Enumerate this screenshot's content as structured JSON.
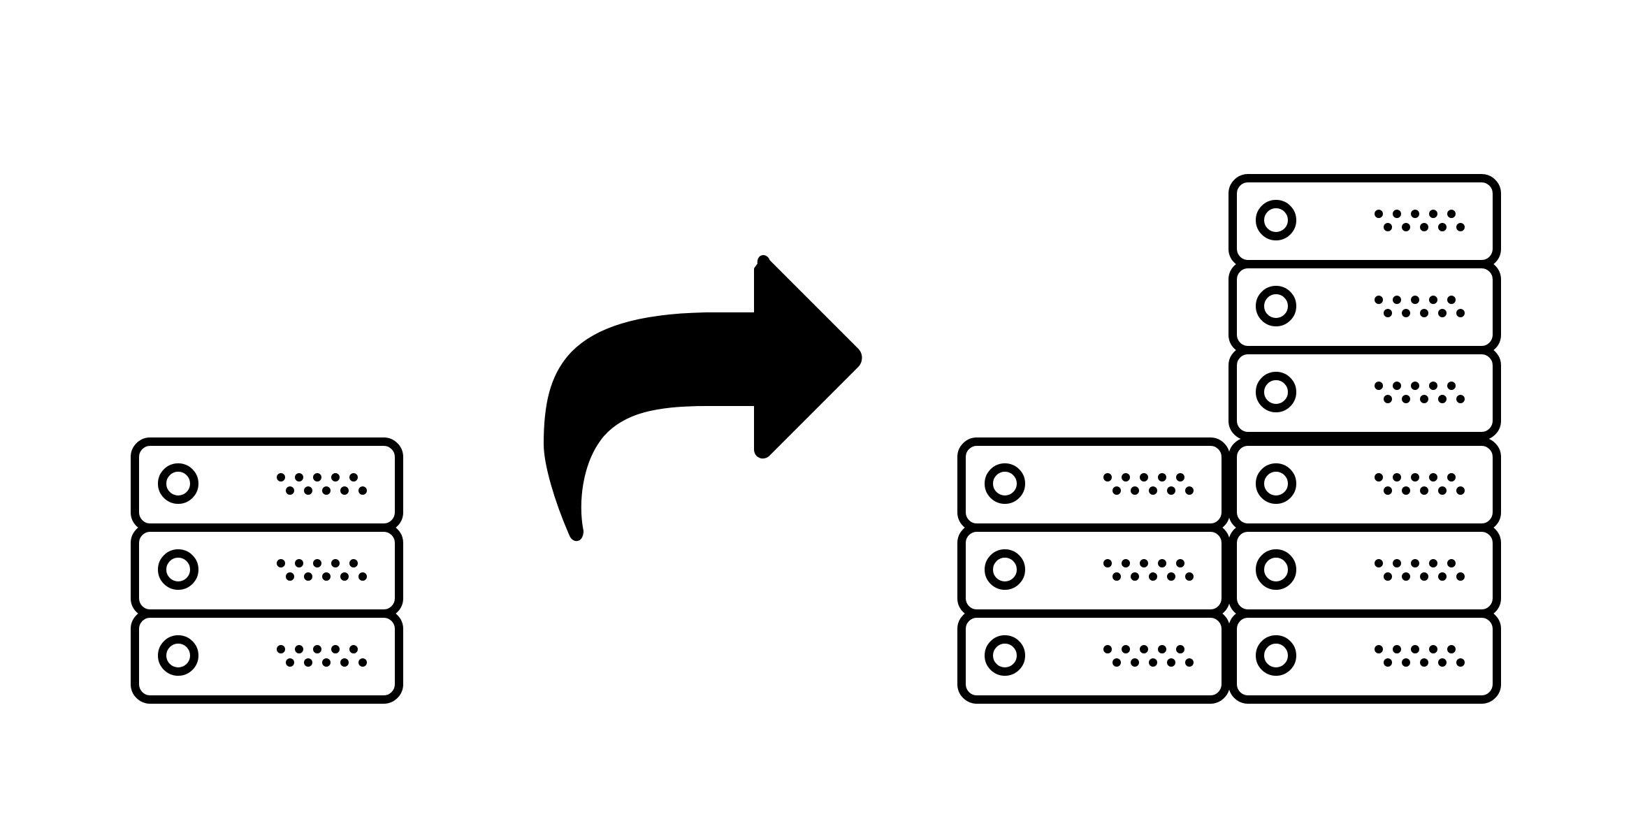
{
  "diagram": {
    "stroke_color": "#000000",
    "background_color": "#ffffff",
    "icons": {
      "server_unit": "server-rack-unit-icon",
      "arrow": "curved-arrow-right-icon"
    },
    "before": {
      "columns": [
        {
          "units": 3
        }
      ]
    },
    "after": {
      "columns": [
        {
          "units": 3
        },
        {
          "units": 6
        }
      ]
    }
  }
}
